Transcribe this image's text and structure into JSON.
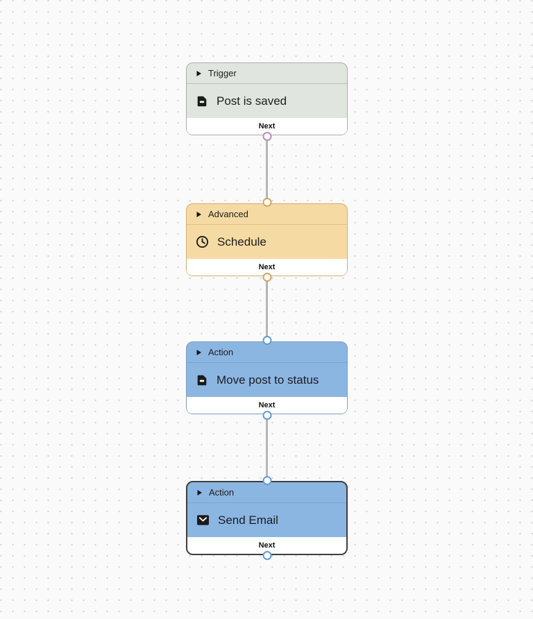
{
  "canvas": {
    "colors": {
      "bg": "#fafafa",
      "dot": "#d8d8d8",
      "line": "#b5b5b5"
    }
  },
  "nodes": [
    {
      "category": "Trigger",
      "title": "Post is saved",
      "icon": "post-icon",
      "footer_label": "Next",
      "colors": {
        "bg": "#e0e6df",
        "border": "#a8afa6",
        "divider": "#bac0b6",
        "port": "#b78cba"
      }
    },
    {
      "category": "Advanced",
      "title": "Schedule",
      "icon": "clock-icon",
      "footer_label": "Next",
      "colors": {
        "bg": "#f5dba3",
        "border": "#d2ae6a",
        "divider": "#ddc183",
        "port": "#d0a75f"
      }
    },
    {
      "category": "Action",
      "title": "Move post to status",
      "icon": "post-icon",
      "footer_label": "Next",
      "colors": {
        "bg": "#8cb6e2",
        "border": "#7f9dbb",
        "divider": "#7aa5d3",
        "port": "#5f9cd7"
      }
    },
    {
      "category": "Action",
      "title": "Send Email",
      "icon": "mail-icon",
      "footer_label": "Next",
      "colors": {
        "bg": "#8cb6e2",
        "border": "#3e3e3e",
        "divider": "#7aa5d3",
        "port": "#5f9cd7"
      }
    }
  ]
}
